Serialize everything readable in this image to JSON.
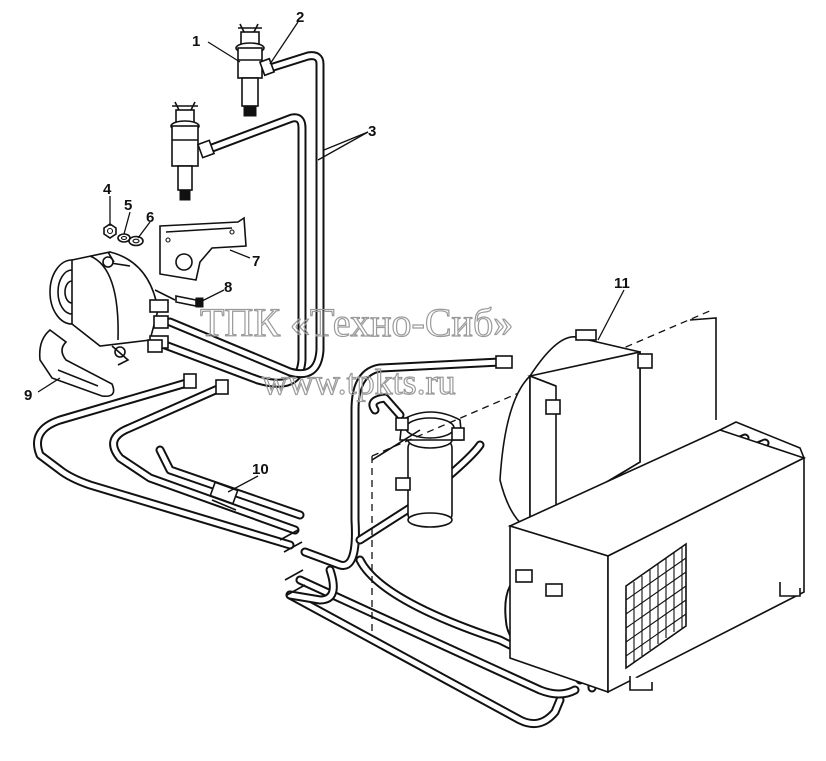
{
  "callouts": [
    {
      "id": "1",
      "part": "expansion-valve-upper"
    },
    {
      "id": "2",
      "part": "hose-coupling"
    },
    {
      "id": "3",
      "part": "refrigerant-lines"
    },
    {
      "id": "4",
      "part": "nut"
    },
    {
      "id": "5",
      "part": "spring-washer"
    },
    {
      "id": "6",
      "part": "flat-washer"
    },
    {
      "id": "7",
      "part": "compressor-bracket"
    },
    {
      "id": "8",
      "part": "bolt"
    },
    {
      "id": "9",
      "part": "drive-belt"
    },
    {
      "id": "10",
      "part": "pipe-clamp"
    },
    {
      "id": "11",
      "part": "condenser-unit"
    }
  ],
  "watermark": {
    "line1": "ТПК «Техно-Сиб»",
    "line2": "www.tpkts.ru"
  },
  "colors": {
    "line": "#111111",
    "background": "#ffffff",
    "watermark": "#9a9a9a"
  }
}
